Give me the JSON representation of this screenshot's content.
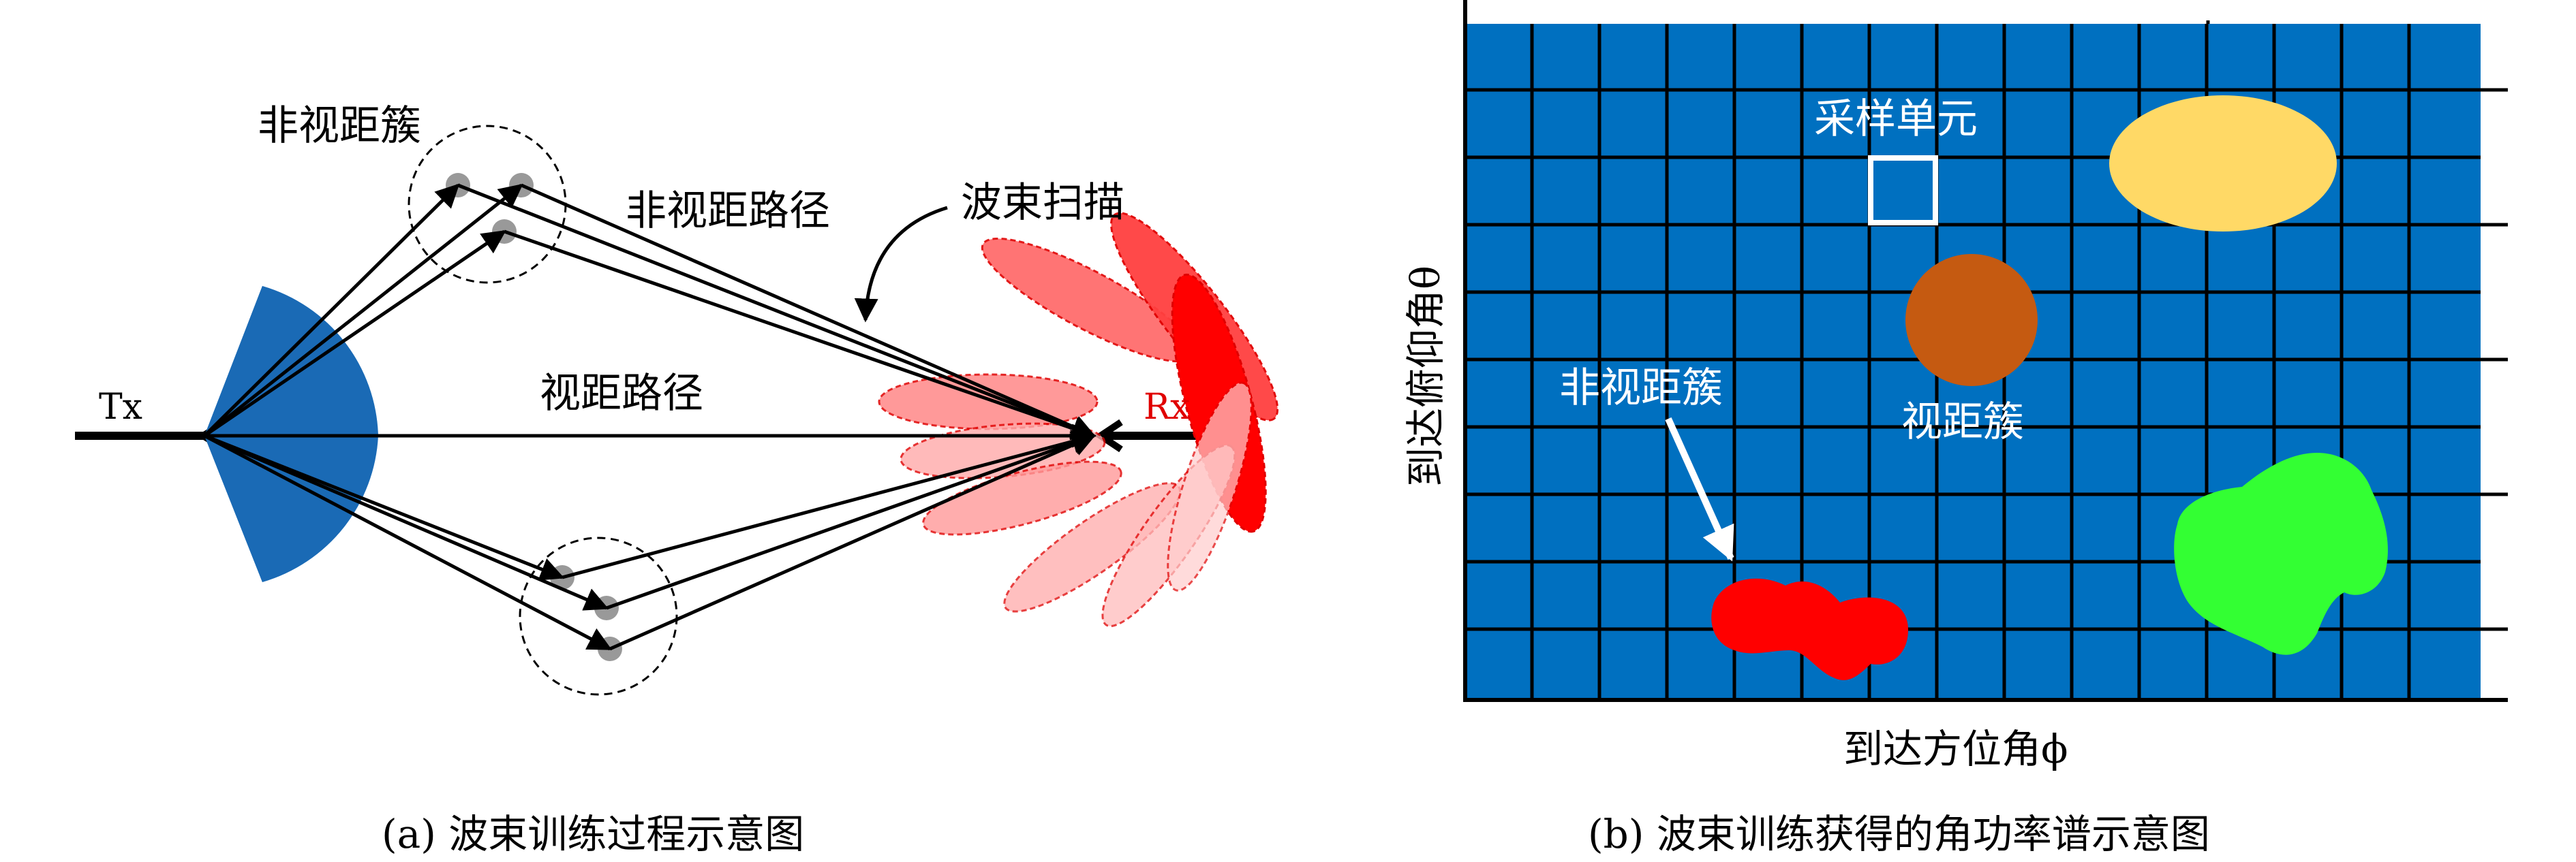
{
  "left_panel": {
    "caption": "(a) 波束训练过程示意图",
    "tx_label": "Tx",
    "rx_label": "Rx",
    "nlos_cluster_label": "非视距簇",
    "nlos_path_label": "非视距路径",
    "los_path_label": "视距路径",
    "beam_scan_label": "波束扫描",
    "colors": {
      "tx_sector": "#1a6ab5",
      "rx_beam": "#ff0000",
      "scatterer": "#999999"
    }
  },
  "right_panel": {
    "caption": "(b) 波束训练获得的角功率谱示意图",
    "x_axis_label": "到达方位角ϕ",
    "y_axis_label": "到达俯仰角θ",
    "sample_unit_label": "采样单元",
    "los_cluster_label": "视距簇",
    "nlos_cluster_label": "非视距簇",
    "colors": {
      "background": "#0070c0",
      "grid": "#000000",
      "yellow_blob": "#ffd966",
      "brown_blob": "#c55a11",
      "red_blob": "#ff0000",
      "green_blob": "#33ff33"
    }
  }
}
